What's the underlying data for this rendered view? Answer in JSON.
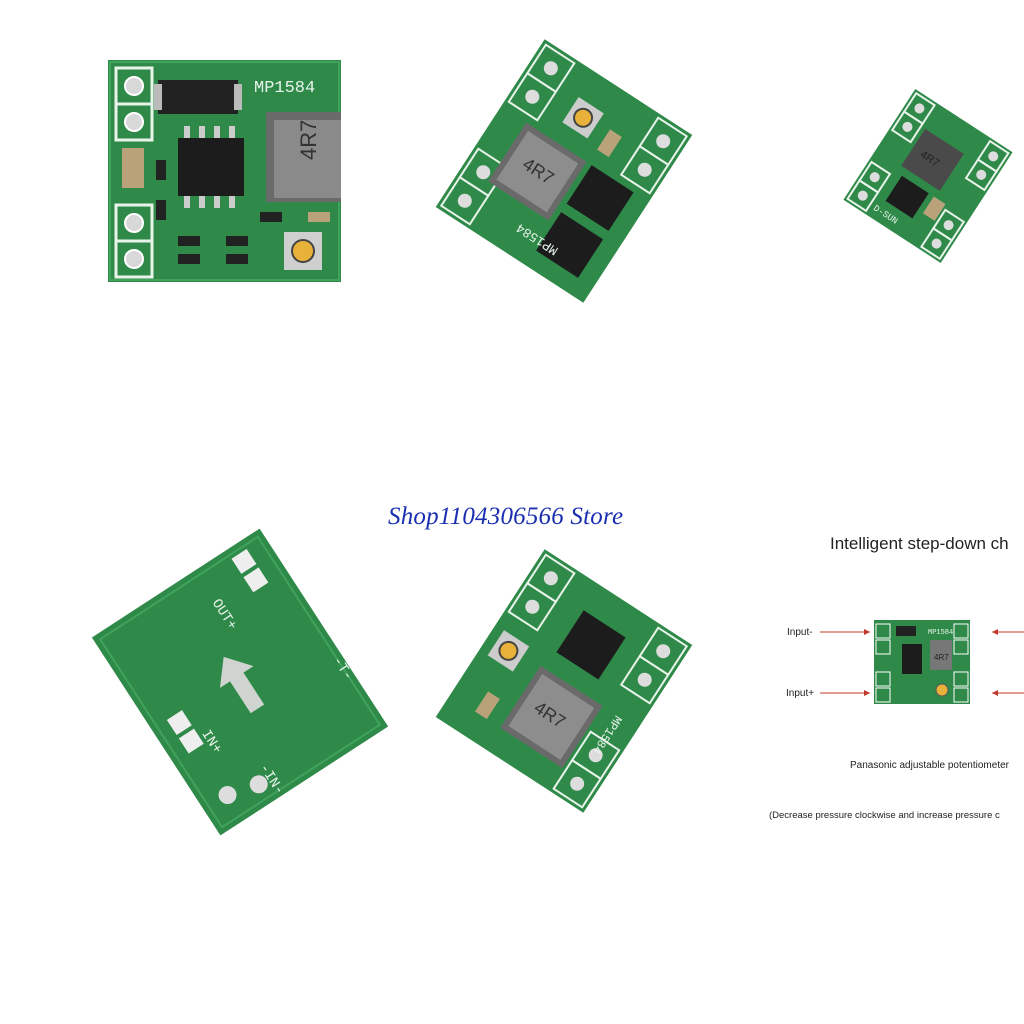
{
  "watermark": "Shop1104306566 Store",
  "images": {
    "closeup_top": {
      "chip_label": "MP1584",
      "inductor_label": "4R7"
    },
    "angled_top": {
      "chip_label": "MP1584",
      "inductor_label": "4R7"
    },
    "small_board": {
      "inductor_label": "4R7",
      "brand": "D-SUN"
    },
    "board_back": {
      "out_plus": "OUT+",
      "in_plus": "IN+",
      "in_minus": "-IN-",
      "out_minus": "-T-"
    },
    "angled_bottom": {
      "inductor_label": "4R7",
      "chip_label": "MP1584"
    }
  },
  "diagram": {
    "title": "Intelligent step-down ch",
    "input_minus": "Input-",
    "input_plus": "Input+",
    "pot_label": "Panasonic adjustable potentiometer",
    "note": "(Decrease pressure clockwise and increase pressure c",
    "board_chip": "MP1584",
    "board_inductor": "4R7"
  }
}
